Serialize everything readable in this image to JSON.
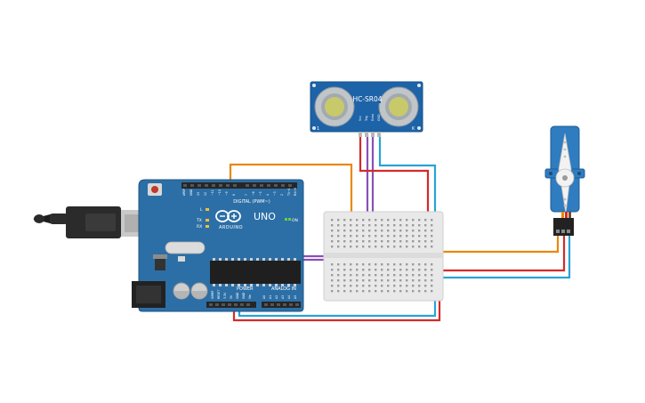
{
  "sensor": {
    "model": "HC-SR04",
    "pin1": "1",
    "pin_labels": [
      "Vcc",
      "Trig",
      "Echo",
      "GND"
    ],
    "mark": "K"
  },
  "arduino": {
    "brand": "ARDUINO",
    "model": "UNO",
    "digital_label": "DIGITAL (PWM~)",
    "on_label": "ON",
    "tx_label": "TX",
    "rx_label": "RX",
    "l_label": "L",
    "power_label": "POWER",
    "analog_label": "ANALOG IN",
    "digital_pins": [
      "AREF",
      "GND",
      "13",
      "12",
      "~11",
      "~10",
      "~9",
      "8",
      "7",
      "~6",
      "~5",
      "4",
      "~3",
      "2",
      "TX→1",
      "RX←0"
    ],
    "power_pins": [
      "IOREF",
      "RESET",
      "3.3V",
      "5V",
      "GND",
      "GND",
      "Vin"
    ],
    "analog_pins": [
      "A0",
      "A1",
      "A2",
      "A3",
      "A4",
      "A5"
    ]
  },
  "colors": {
    "board": "#2c6fa6",
    "board_dark": "#1f5585",
    "breadboard": "#e9e9e9",
    "sensor": "#1d63a8",
    "servo": "#2f7cc0",
    "wire_orange": "#e8890c",
    "wire_red": "#d42a2a",
    "wire_blue": "#29a3d6",
    "wire_purple": "#8a4fb8"
  }
}
